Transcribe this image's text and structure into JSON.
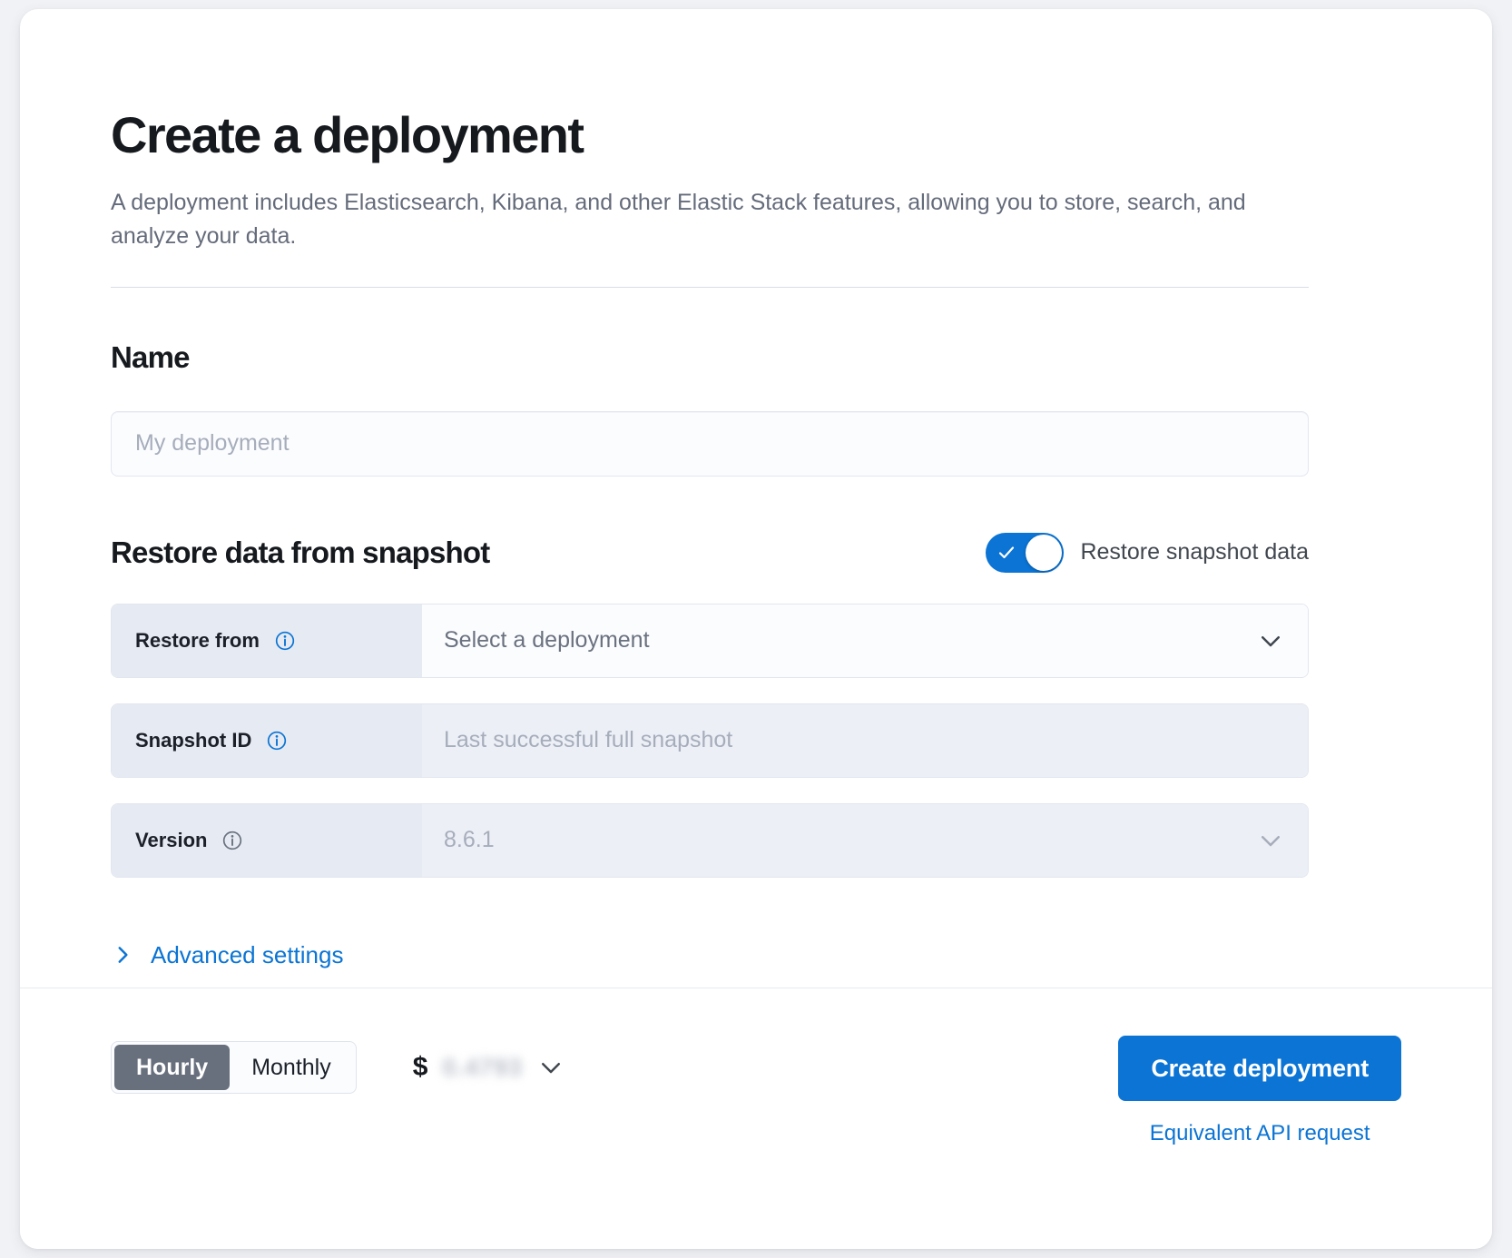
{
  "header": {
    "title": "Create a deployment",
    "description": "A deployment includes Elasticsearch, Kibana, and other Elastic Stack features, allowing you to store, search, and analyze your data."
  },
  "name_section": {
    "title": "Name",
    "input_placeholder": "My deployment",
    "input_value": ""
  },
  "restore_section": {
    "title": "Restore data from snapshot",
    "toggle": {
      "label": "Restore snapshot data",
      "enabled": true,
      "on_color": "#0b74d4"
    },
    "fields": [
      {
        "label": "Restore from",
        "value": "Select a deployment",
        "icon": "info-icon",
        "control": "dropdown",
        "disabled": false
      },
      {
        "label": "Snapshot ID",
        "value": "Last successful full snapshot",
        "icon": "info-icon",
        "control": "text",
        "disabled": true
      },
      {
        "label": "Version",
        "value": "8.6.1",
        "icon": "info-icon",
        "control": "dropdown",
        "disabled": true
      }
    ]
  },
  "advanced": {
    "label": "Advanced settings",
    "icon": "chevron-right-icon",
    "expanded": false
  },
  "footer": {
    "billing_toggle": {
      "options": [
        "Hourly",
        "Monthly"
      ],
      "selected": "Hourly"
    },
    "price": {
      "currency_symbol": "$",
      "amount": "0.4793",
      "redacted": true,
      "chevron": "chevron-down-icon"
    },
    "create_button": "Create deployment",
    "api_link": "Equivalent API request"
  },
  "colors": {
    "accent": "#0b74d4",
    "label_bg": "#e6eaf2",
    "disabled_bg": "#eceff5",
    "page_bg": "#f1f2f5",
    "segment_active": "#69707d"
  }
}
